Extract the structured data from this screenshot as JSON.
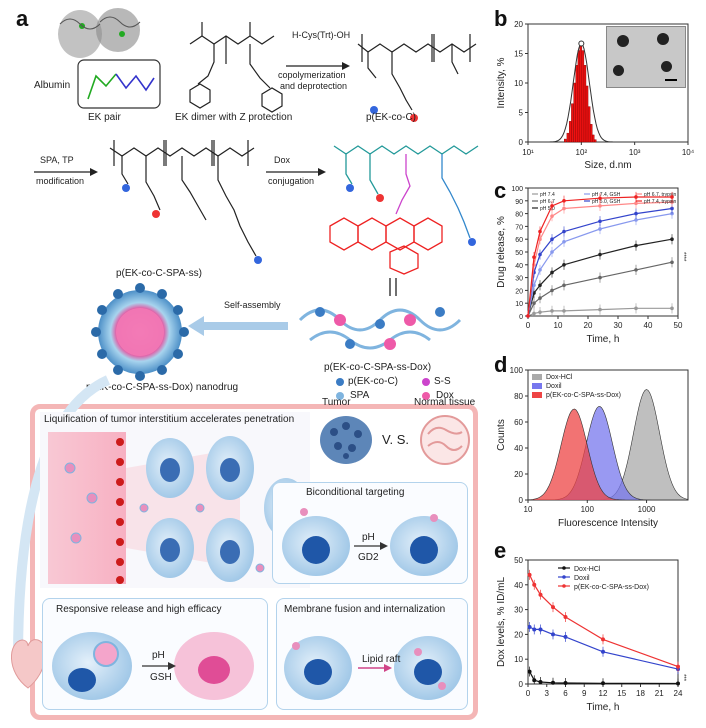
{
  "panels": {
    "a": "a",
    "b": "b",
    "c": "c",
    "d": "d",
    "e": "e"
  },
  "scheme": {
    "albumin": "Albumin",
    "ek_pair": "EK pair",
    "ek_dimer": "EK dimer with Z protection",
    "cys_reagent": "H-Cys(Trt)-OH",
    "step1a": "copolymerization",
    "step1b": "and deprotection",
    "poly1": "p(EK-co-C)",
    "step2a": "SPA, TP",
    "step2b": "modification",
    "poly2": "p(EK-co-C-SPA-ss)",
    "step3a": "Dox",
    "step3b": "conjugation",
    "poly3": "p(EK-co-C-SPA-ss-Dox)",
    "self_assembly": "Self-assembly",
    "nanodrug": "p(EK-co-C-SPA-ss-Dox) nanodrug",
    "legend_pek": "p(EK-co-C)",
    "legend_ss": "S-S",
    "legend_spa": "SPA",
    "legend_dox": "Dox",
    "liquification": "Liquification of tumor interstitium accelerates penetration",
    "tumor": "Tumor",
    "normal_tissue": "Normal tissue",
    "vs": "V. S.",
    "bicond": "Biconditional targeting",
    "ph1": "pH",
    "gd2": "GD2",
    "responsive": "Responsive release and high efficacy",
    "ph2": "pH",
    "gsh": "GSH",
    "membrane": "Membrane fusion and internalization",
    "lipid": "Lipid raft"
  },
  "chart_data": [
    {
      "panel": "b",
      "type": "bar",
      "xlabel": "Size, d.nm",
      "ylabel": "Intensity, %",
      "xscale": "log",
      "xlim": [
        10,
        10000
      ],
      "ylim": [
        0,
        20
      ],
      "xticks": [
        "10¹",
        "10²",
        "10³",
        "10⁴"
      ],
      "yticks": [
        "0",
        "5",
        "10",
        "15",
        "20"
      ],
      "bins": [
        {
          "x": 50,
          "y": 0.5
        },
        {
          "x": 56,
          "y": 1.5
        },
        {
          "x": 62,
          "y": 3.5
        },
        {
          "x": 68,
          "y": 6.5
        },
        {
          "x": 75,
          "y": 10
        },
        {
          "x": 82,
          "y": 13
        },
        {
          "x": 90,
          "y": 15.5
        },
        {
          "x": 98,
          "y": 16.5
        },
        {
          "x": 107,
          "y": 15.5
        },
        {
          "x": 117,
          "y": 13
        },
        {
          "x": 128,
          "y": 9.5
        },
        {
          "x": 140,
          "y": 6
        },
        {
          "x": 153,
          "y": 3
        },
        {
          "x": 167,
          "y": 1.2
        },
        {
          "x": 182,
          "y": 0.4
        }
      ]
    },
    {
      "panel": "c",
      "type": "line",
      "xlabel": "Time, h",
      "ylabel": "Drug release, %",
      "xlim": [
        0,
        50
      ],
      "ylim": [
        0,
        100
      ],
      "xticks": [
        "0",
        "10",
        "20",
        "30",
        "40",
        "50"
      ],
      "yticks": [
        "0",
        "10",
        "20",
        "30",
        "40",
        "50",
        "60",
        "70",
        "80",
        "90",
        "100"
      ],
      "x": [
        0,
        2,
        4,
        8,
        12,
        24,
        36,
        48
      ],
      "series": [
        {
          "name": "pH 7.4",
          "color": "#999999",
          "values": [
            0,
            2,
            3,
            4,
            4,
            5,
            6,
            6
          ]
        },
        {
          "name": "pH 6.7",
          "color": "#666666",
          "values": [
            0,
            10,
            14,
            20,
            24,
            30,
            36,
            42
          ]
        },
        {
          "name": "pH 5.0",
          "color": "#222222",
          "values": [
            0,
            18,
            24,
            34,
            40,
            48,
            55,
            60
          ]
        },
        {
          "name": "pH 7.4, GSH",
          "color": "#8899ee",
          "values": [
            0,
            24,
            36,
            50,
            58,
            68,
            75,
            80
          ]
        },
        {
          "name": "pH 5.0, GSH",
          "color": "#3344cc",
          "values": [
            0,
            34,
            48,
            60,
            66,
            74,
            80,
            84
          ]
        },
        {
          "name": "pH 6.7, trypsin",
          "color": "#ff8888",
          "values": [
            0,
            40,
            60,
            78,
            84,
            86,
            88,
            89
          ]
        },
        {
          "name": "pH 7.4, trypsin",
          "color": "#ee2222",
          "values": [
            0,
            46,
            66,
            86,
            90,
            92,
            93,
            93
          ]
        }
      ],
      "annotations": [
        "****"
      ]
    },
    {
      "panel": "d",
      "type": "area",
      "xlabel": "Fluorescence Intensity",
      "ylabel": "Counts",
      "xscale": "log",
      "xlim": [
        10,
        5000
      ],
      "ylim": [
        0,
        100
      ],
      "xticks": [
        "10",
        "100",
        "1000"
      ],
      "yticks": [
        "0",
        "20",
        "40",
        "60",
        "80",
        "100"
      ],
      "series": [
        {
          "name": "Dox-HCl",
          "color": "#aaaaaa",
          "center": 1000,
          "peak": 85
        },
        {
          "name": "Doxil",
          "color": "#7777ee",
          "center": 160,
          "peak": 72
        },
        {
          "name": "p(EK-co-C-SPA-ss-Dox)",
          "color": "#ee4444",
          "center": 60,
          "peak": 70
        }
      ]
    },
    {
      "panel": "e",
      "type": "line",
      "xlabel": "Time, h",
      "ylabel": "Dox levels, % ID/mL",
      "xlim": [
        0,
        24
      ],
      "ylim": [
        0,
        50
      ],
      "xticks": [
        "0",
        "3",
        "6",
        "9",
        "12",
        "15",
        "18",
        "21",
        "24"
      ],
      "yticks": [
        "0",
        "10",
        "20",
        "30",
        "40",
        "50"
      ],
      "series": [
        {
          "name": "Dox-HCl",
          "color": "#111111",
          "x": [
            0.25,
            1,
            2,
            4,
            6,
            12,
            24
          ],
          "values": [
            5,
            1.5,
            0.8,
            0.5,
            0.4,
            0.3,
            0.2
          ]
        },
        {
          "name": "Doxil",
          "color": "#3344cc",
          "x": [
            0.25,
            1,
            2,
            4,
            6,
            12,
            24
          ],
          "values": [
            23,
            22,
            22,
            20,
            19,
            13,
            6
          ]
        },
        {
          "name": "p(EK-co-C-SPA-ss-Dox)",
          "color": "#ee3333",
          "x": [
            0.25,
            1,
            2,
            4,
            6,
            12,
            24
          ],
          "values": [
            44,
            40,
            36,
            31,
            27,
            18,
            7
          ]
        }
      ],
      "annotations": [
        "***"
      ]
    }
  ]
}
